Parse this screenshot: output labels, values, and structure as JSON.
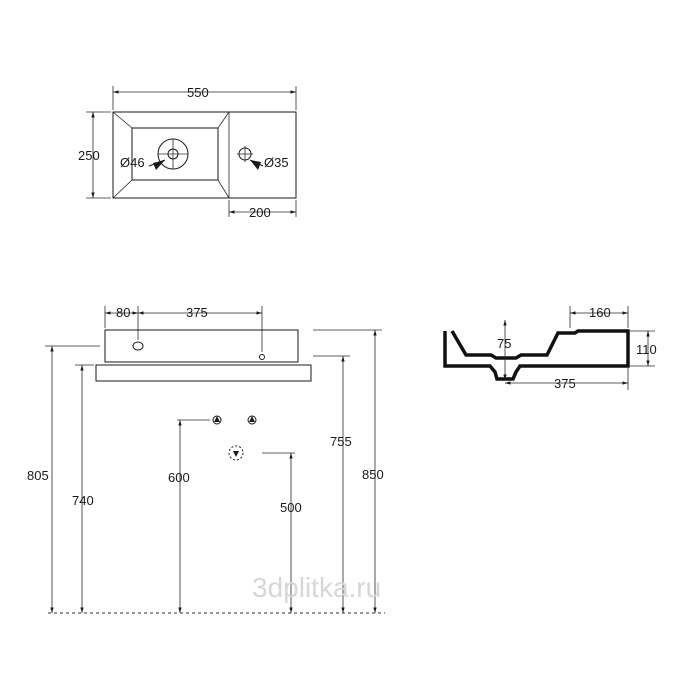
{
  "top_view": {
    "width": "550",
    "depth": "250",
    "drain_diameter": "Ø46",
    "tap_hole_diameter": "Ø35",
    "tap_offset": "200"
  },
  "front_view": {
    "left_offset": "80",
    "center_distance": "375",
    "height_805": "805",
    "height_740": "740",
    "height_600": "600",
    "height_500": "500",
    "height_755": "755",
    "height_850": "850"
  },
  "side_view": {
    "width": "160",
    "height": "110",
    "inner_depth": "75",
    "length": "375"
  },
  "watermark": "3dplitka.ru"
}
